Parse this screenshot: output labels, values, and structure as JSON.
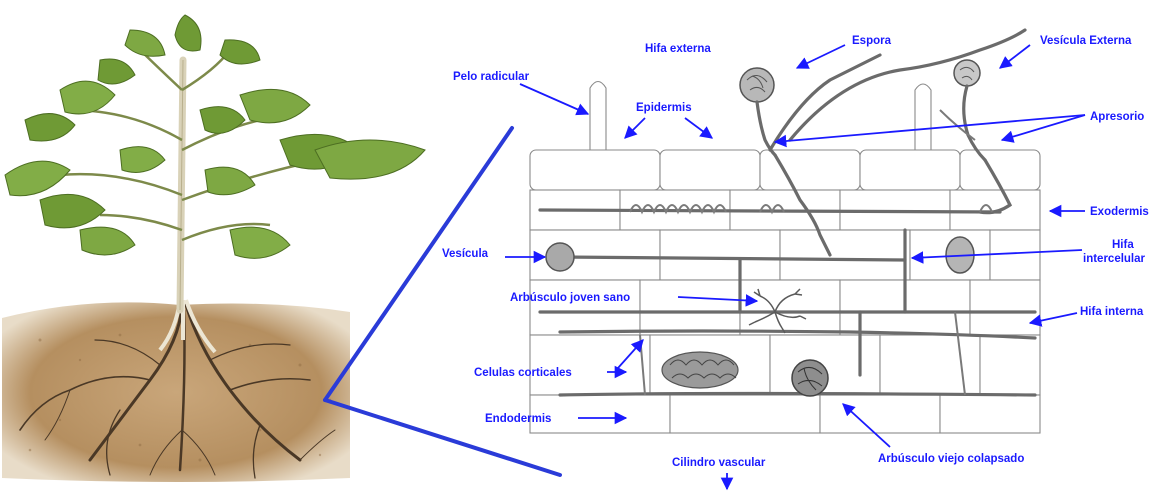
{
  "labels": {
    "hifa_externa": "Hifa externa",
    "espora": "Espora",
    "vesicula_externa": "Vesícula Externa",
    "pelo_radicular": "Pelo radicular",
    "epidermis": "Epidermis",
    "apresorio": "Apresorio",
    "exodermis": "Exodermis",
    "vesicula": "Vesícula",
    "hifa_intercelular_1": "Hifa",
    "hifa_intercelular_2": "intercelular",
    "arbusculo_joven": "Arbúsculo joven sano",
    "hifa_interna": "Hifa interna",
    "celulas_corticales": "Celulas corticales",
    "endodermis": "Endodermis",
    "arbusculo_viejo": "Arbúsculo viejo colapsado",
    "cilindro_vascular": "Cilindro vascular"
  },
  "colors": {
    "label": "#1a1aff",
    "zoom_line": "#2a3bd8",
    "soil": "#b58f60",
    "leaf": "#6f9a35",
    "stem": "#d9d2b8",
    "cell_wall": "#8a8a8a",
    "hypha": "#6b6b6b"
  }
}
